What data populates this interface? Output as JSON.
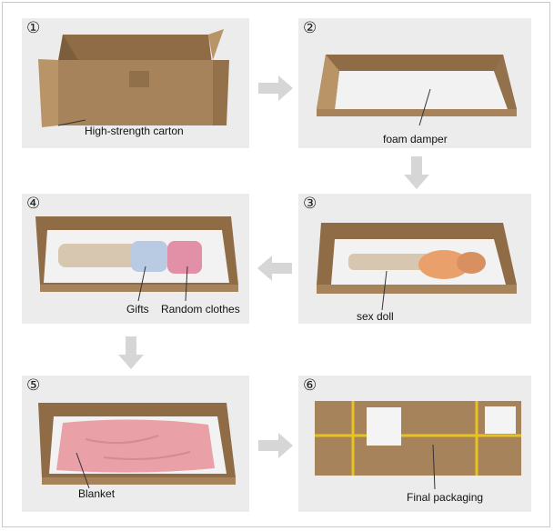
{
  "steps": [
    {
      "number": "①",
      "caption": "High-strength carton"
    },
    {
      "number": "②",
      "caption": "foam damper"
    },
    {
      "number": "③",
      "caption": "sex doll"
    },
    {
      "number": "④",
      "captions": [
        "Gifts",
        "Random clothes"
      ]
    },
    {
      "number": "⑤",
      "caption": "Blanket"
    },
    {
      "number": "⑥",
      "caption": "Final packaging"
    }
  ],
  "colors": {
    "panel_bg": "#ececec",
    "cardboard": "#a6835a",
    "cardboard_dark": "#7c5e3d",
    "foam": "#f2f2f2",
    "blanket": "#e9a0a6",
    "tape": "#e7c321",
    "arrow": "#d6d6d6"
  },
  "icons": [
    "arrow-right-icon",
    "arrow-down-icon",
    "arrow-left-icon"
  ]
}
